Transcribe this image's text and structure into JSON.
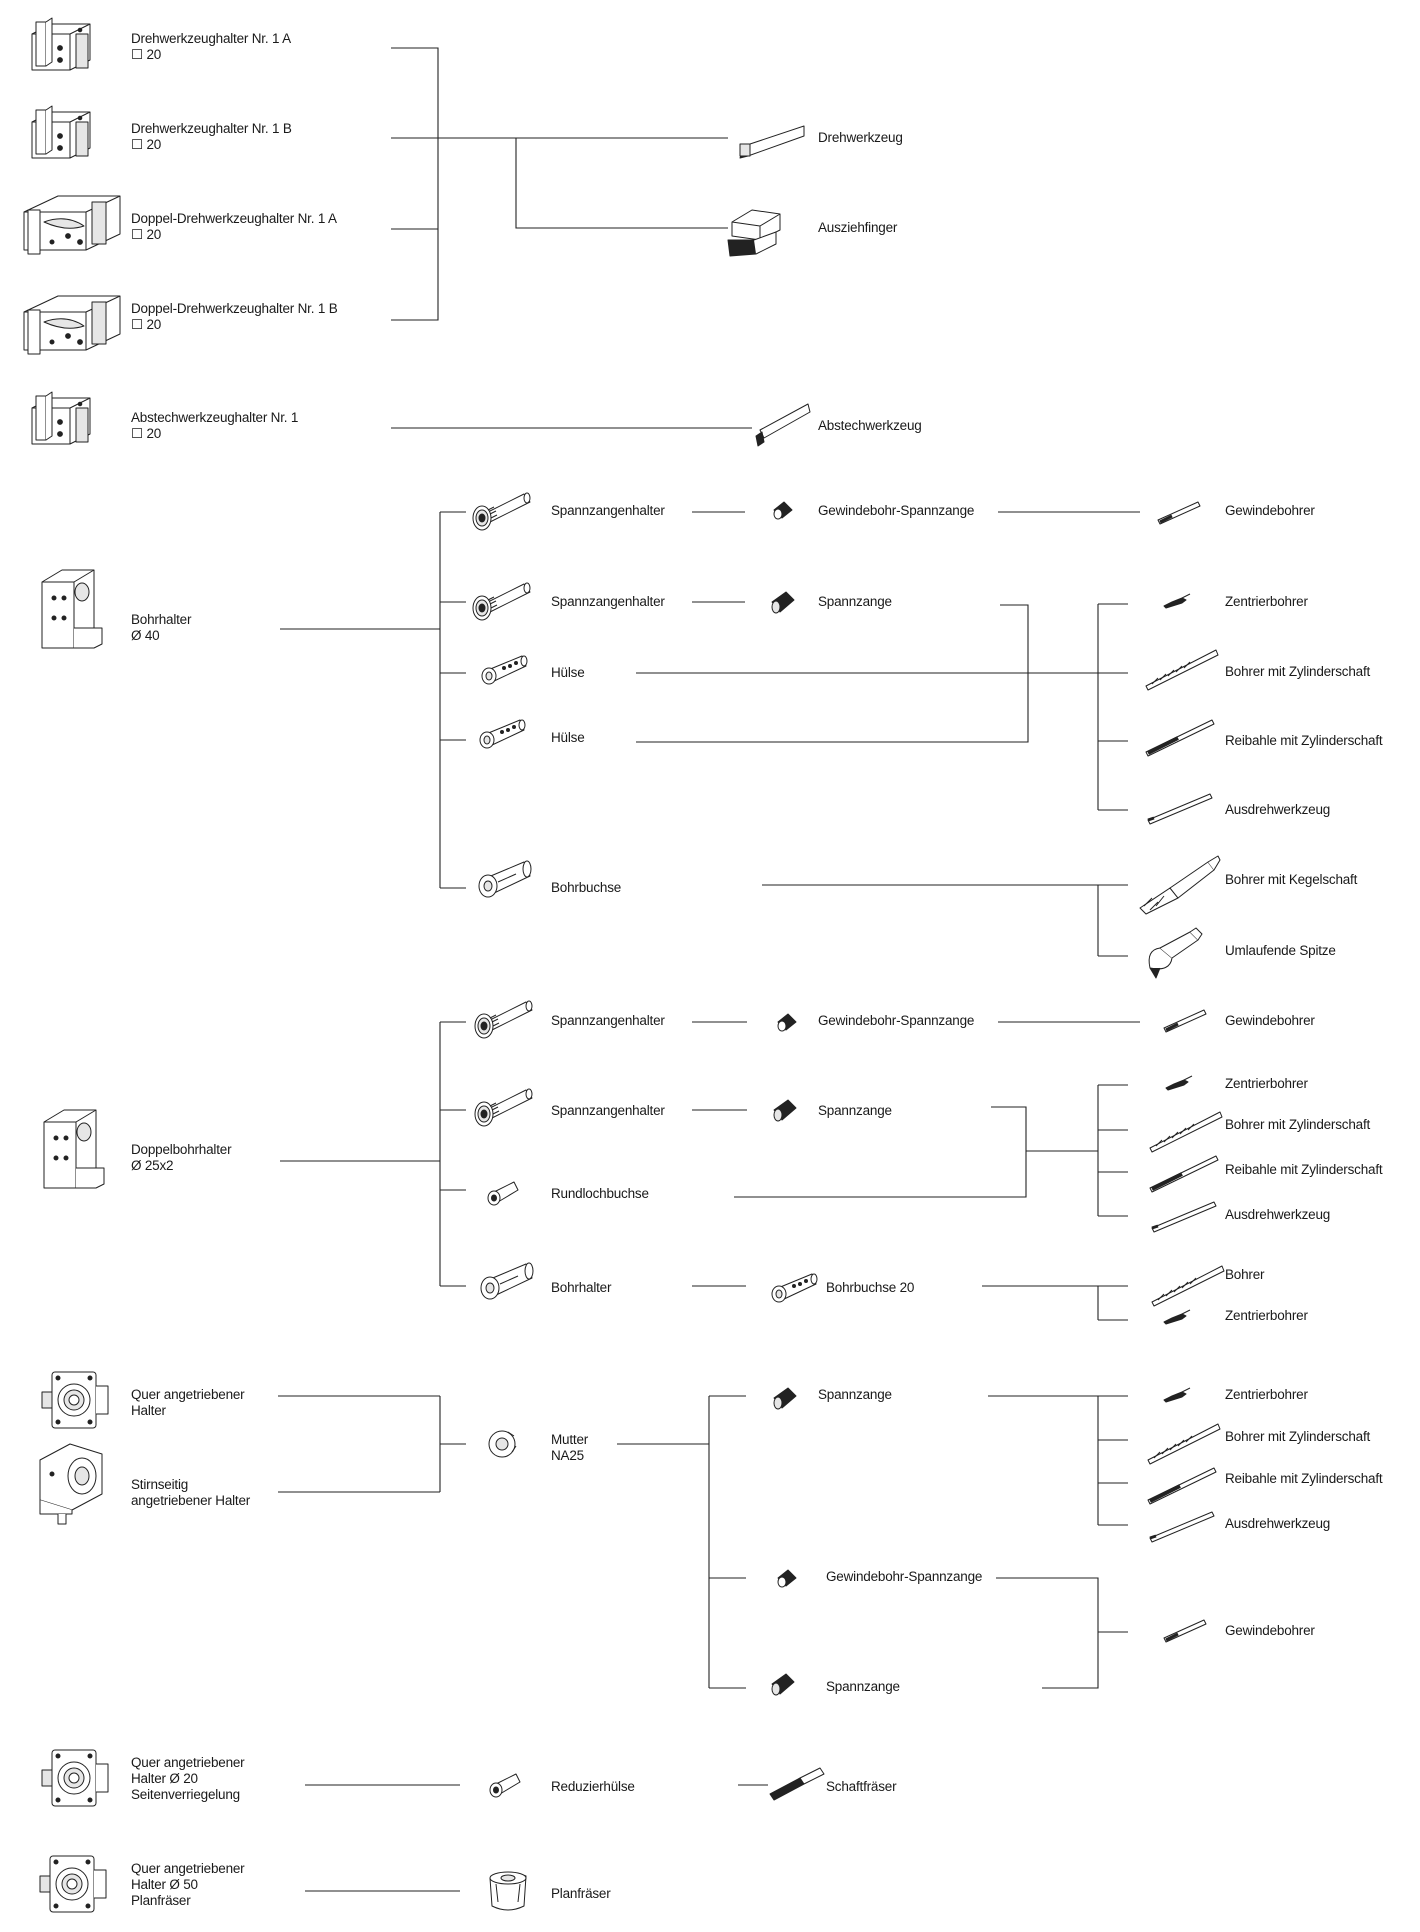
{
  "lathe_holders": [
    {
      "name": "Drehwerkzeughalter Nr. 1 A",
      "size": "☐ 20"
    },
    {
      "name": "Drehwerkzeughalter Nr. 1 B",
      "size": "☐ 20"
    },
    {
      "name": "Doppel-Drehwerkzeughalter Nr. 1 A",
      "size": "☐ 20"
    },
    {
      "name": "Doppel-Drehwerkzeughalter Nr. 1 B",
      "size": "☐ 20"
    }
  ],
  "lathe_tools": [
    "Drehwerkzeug",
    "Ausziehfinger"
  ],
  "cutoff": {
    "holder": "Abstechwerkzeughalter Nr. 1",
    "size": "☐ 20",
    "tool": "Abstechwerkzeug"
  },
  "drill_holder_40": {
    "name": "Bohrhalter",
    "size": "Ø 40",
    "holders": [
      "Spannzangenhalter",
      "Spannzangenhalter",
      "Hülse",
      "Hülse",
      "Bohrbuchse"
    ],
    "collets": [
      "Gewindebohr-Spannzange",
      "Spannzange"
    ],
    "tools": [
      "Gewindebohrer",
      "Zentrierbohrer",
      "Bohrer mit Zylinderschaft",
      "Reibahle mit Zylinderschaft",
      "Ausdrehwerkzeug",
      "Bohrer mit Kegelschaft",
      "Umlaufende Spitze"
    ]
  },
  "double_drill_holder": {
    "name": "Doppelbohrhalter",
    "size": "Ø 25x2",
    "holders": [
      "Spannzangenhalter",
      "Spannzangenhalter",
      "Rundlochbuchse",
      "Bohrhalter"
    ],
    "collets": [
      "Gewindebohr-Spannzange",
      "Spannzange",
      "Bohrbuchse 20"
    ],
    "tools": [
      "Gewindebohrer",
      "Zentrierbohrer",
      "Bohrer mit Zylinderschaft",
      "Reibahle mit Zylinderschaft",
      "Ausdrehwerkzeug",
      "Bohrer",
      "Zentrierbohrer"
    ]
  },
  "driven_holders": {
    "holders": [
      [
        "Quer angetriebener",
        "Halter"
      ],
      [
        "Stirnseitig",
        "angetriebener Halter"
      ]
    ],
    "nut": [
      "Mutter",
      "NA25"
    ],
    "collets": [
      "Spannzange",
      "Gewindebohr-Spannzange",
      "Spannzange"
    ],
    "tools": [
      "Zentrierbohrer",
      "Bohrer mit Zylinderschaft",
      "Reibahle mit Zylinderschaft",
      "Ausdrehwerkzeug",
      "Gewindebohrer"
    ]
  },
  "side_lock": {
    "holder": [
      "Quer angetriebener",
      "Halter Ø 20",
      "Seitenverriegelung"
    ],
    "sleeve": "Reduzierhülse",
    "tool": "Schaftfräser"
  },
  "face_mill": {
    "holder": [
      "Quer angetriebener",
      "Halter Ø 50",
      "Planfräser"
    ],
    "tool": "Planfräser"
  }
}
